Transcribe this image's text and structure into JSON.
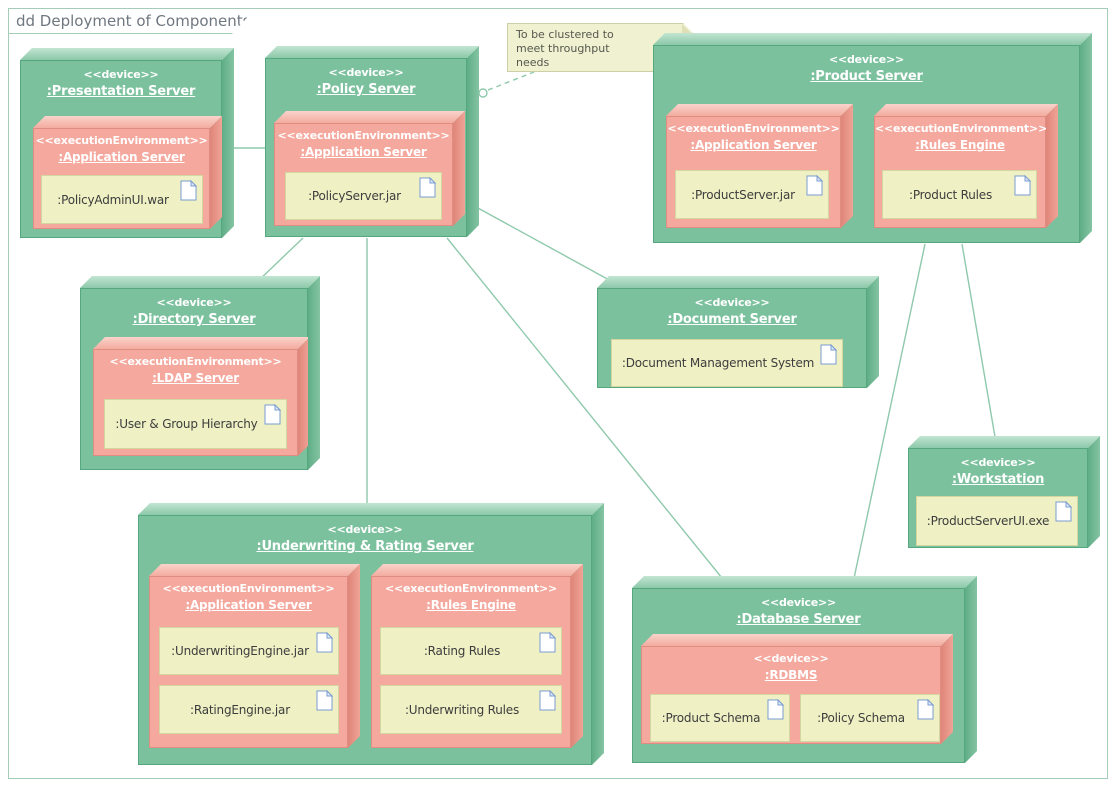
{
  "frame": {
    "title": "dd Deployment of Components"
  },
  "note": {
    "text": "To be clustered to meet throughput needs"
  },
  "colors": {
    "device_fill": "#7cc19e",
    "environment_fill": "#f4a89e",
    "artifact_fill": "#eff0c4",
    "connector": "#8fc9ac",
    "frame_border": "#a3cdb9"
  },
  "nodes": {
    "presentation_server": {
      "stereotype": "<<device>>",
      "name": ":Presentation Server",
      "environments": [
        {
          "stereotype": "<<executionEnvironment>>",
          "name": ":Application Server",
          "artifacts": [
            ":PolicyAdminUI.war"
          ]
        }
      ]
    },
    "policy_server": {
      "stereotype": "<<device>>",
      "name": ":Policy Server",
      "environments": [
        {
          "stereotype": "<<executionEnvironment>>",
          "name": ":Application Server",
          "artifacts": [
            ":PolicyServer.jar"
          ]
        }
      ]
    },
    "product_server": {
      "stereotype": "<<device>>",
      "name": ":Product Server",
      "environments": [
        {
          "stereotype": "<<executionEnvironment>>",
          "name": ":Application Server",
          "artifacts": [
            ":ProductServer.jar"
          ]
        },
        {
          "stereotype": "<<executionEnvironment>>",
          "name": ":Rules Engine",
          "artifacts": [
            ":Product Rules"
          ]
        }
      ]
    },
    "directory_server": {
      "stereotype": "<<device>>",
      "name": ":Directory Server",
      "environments": [
        {
          "stereotype": "<<executionEnvironment>>",
          "name": ":LDAP Server",
          "artifacts": [
            ":User & Group Hierarchy"
          ]
        }
      ]
    },
    "document_server": {
      "stereotype": "<<device>>",
      "name": ":Document Server",
      "artifacts": [
        ":Document Management System"
      ]
    },
    "workstation": {
      "stereotype": "<<device>>",
      "name": ":Workstation",
      "artifacts": [
        ":ProductServerUI.exe"
      ]
    },
    "underwriting_rating_server": {
      "stereotype": "<<device>>",
      "name": ":Underwriting & Rating Server",
      "environments": [
        {
          "stereotype": "<<executionEnvironment>>",
          "name": ":Application Server",
          "artifacts": [
            ":UnderwritingEngine.jar",
            ":RatingEngine.jar"
          ]
        },
        {
          "stereotype": "<<executionEnvironment>>",
          "name": ":Rules Engine",
          "artifacts": [
            ":Rating Rules",
            ":Underwriting Rules"
          ]
        }
      ]
    },
    "database_server": {
      "stereotype": "<<device>>",
      "name": ":Database Server",
      "nested_device": {
        "stereotype": "<<device>>",
        "name": ":RDBMS",
        "artifacts": [
          ":Product Schema",
          ":Policy Schema"
        ]
      }
    }
  },
  "connections": [
    {
      "from": ":Presentation Server",
      "to": ":Policy Server",
      "style": "solid"
    },
    {
      "from": ":Policy Server",
      "to": ":Directory Server",
      "style": "solid"
    },
    {
      "from": ":Policy Server",
      "to": ":Underwriting & Rating Server",
      "style": "solid"
    },
    {
      "from": ":Policy Server",
      "to": ":Document Server",
      "style": "solid"
    },
    {
      "from": ":Policy Server",
      "to": ":Database Server",
      "style": "solid"
    },
    {
      "from": ":Product Server",
      "to": ":Database Server",
      "style": "solid"
    },
    {
      "from": ":Product Server",
      "to": ":Workstation",
      "style": "solid"
    },
    {
      "from": "note",
      "to": ":Policy Server",
      "style": "dashed"
    }
  ]
}
